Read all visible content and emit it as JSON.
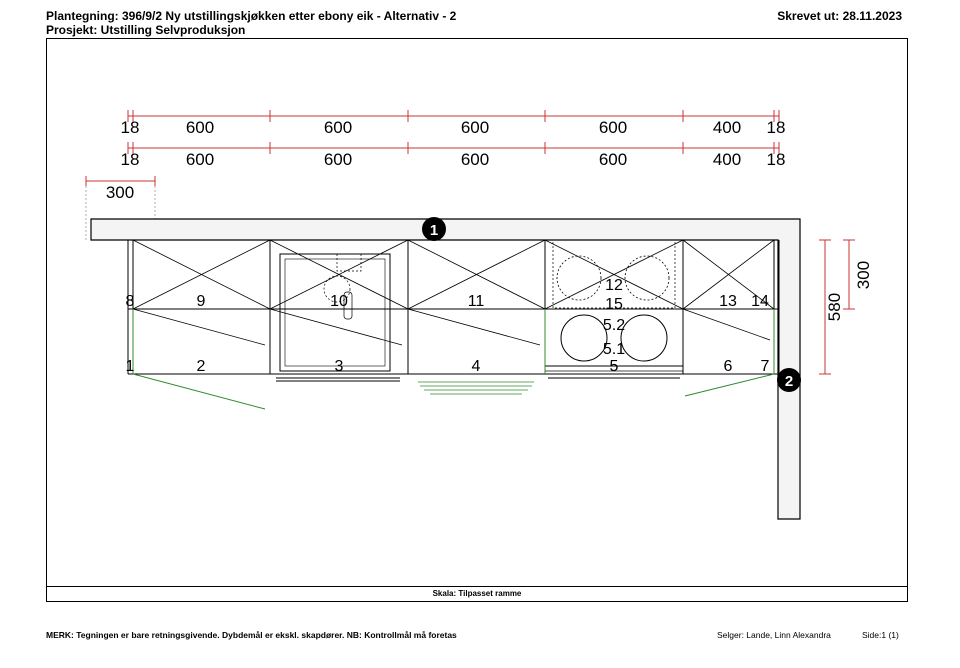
{
  "header": {
    "title_line": "Plantegning:  396/9/2  Ny utstillingskjøkken etter ebony eik - Alternativ - 2",
    "project_line": "Prosjekt:  Utstilling Selvproduksjon",
    "printed": "Skrevet ut: 28.11.2023"
  },
  "scale_label": "Skala: Tilpasset ramme",
  "footer": {
    "note": "MERK: Tegningen er bare retningsgivende. Dybdemål er ekskl. skapdører. NB: Kontrollmål må foretas",
    "seller": "Selger: Lande, Linn Alexandra",
    "page": "Side:1 (1)"
  },
  "dimensions": {
    "row1": [
      "18",
      "600",
      "600",
      "600",
      "600",
      "400",
      "18"
    ],
    "row2": [
      "18",
      "600",
      "600",
      "600",
      "600",
      "400",
      "18"
    ],
    "offset": "300",
    "depth": "580",
    "upper_depth": "300"
  },
  "markers": [
    "1",
    "2"
  ],
  "cabinet_numbers": {
    "n1": "1",
    "n2": "2",
    "n3": "3",
    "n4": "4",
    "n5": "5",
    "n6": "6",
    "n7": "7",
    "n8": "8",
    "n9": "9",
    "n10": "10",
    "n11": "11",
    "n12": "12",
    "n13": "13",
    "n14": "14",
    "n15": "15",
    "n51": "5.1",
    "n52": "5.2"
  },
  "colors": {
    "dimension": "#cc3333",
    "door_swing": "#2e8b2e",
    "countertop_fill": "#f4f4f4"
  }
}
